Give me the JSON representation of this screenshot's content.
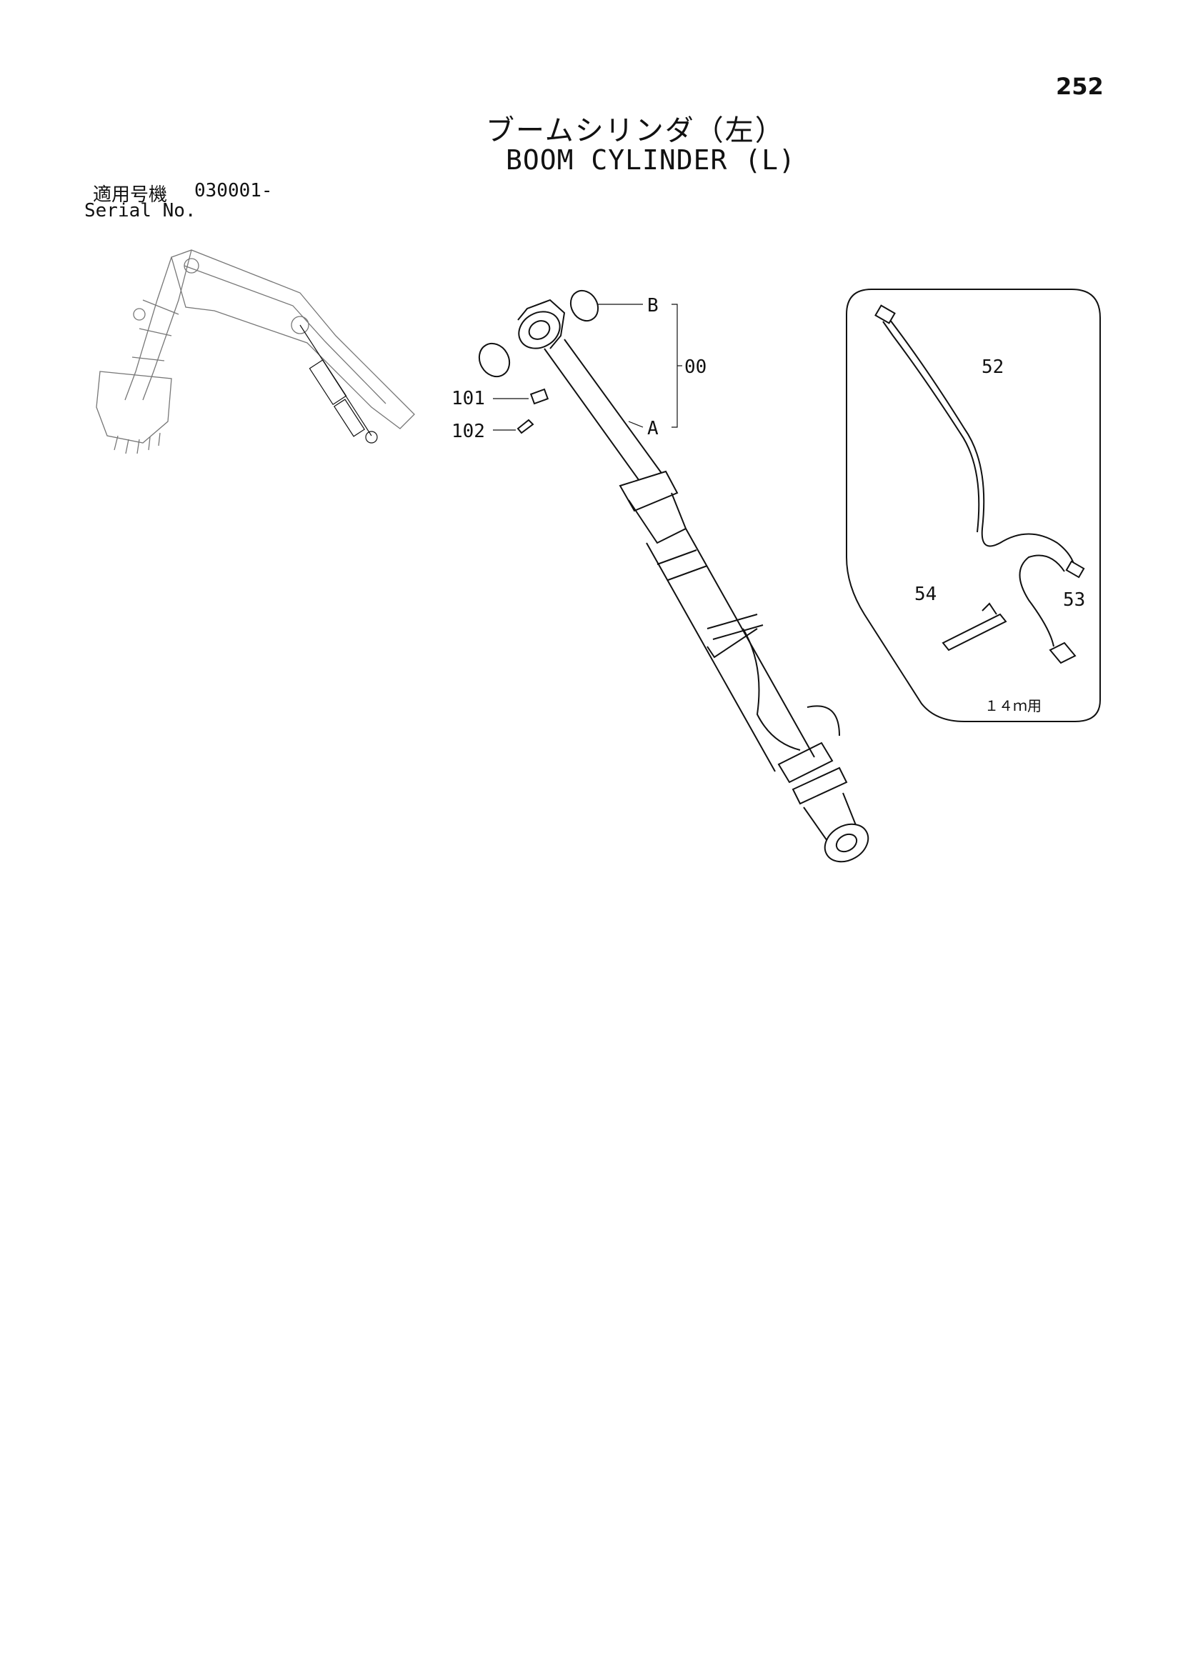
{
  "page_number": "252",
  "title_jp": "ブームシリンダ（左）",
  "title_en": "BOOM CYLINDER (L)",
  "serial": {
    "label_jp": "適用号機",
    "range": "030001-",
    "label_en": "Serial No."
  },
  "callouts": {
    "b": "B",
    "a": "A",
    "assembly": "00",
    "p101": "101",
    "p102": "102",
    "p52": "52",
    "p53": "53",
    "p54": "54",
    "inset_note": "１４ｍ用"
  }
}
